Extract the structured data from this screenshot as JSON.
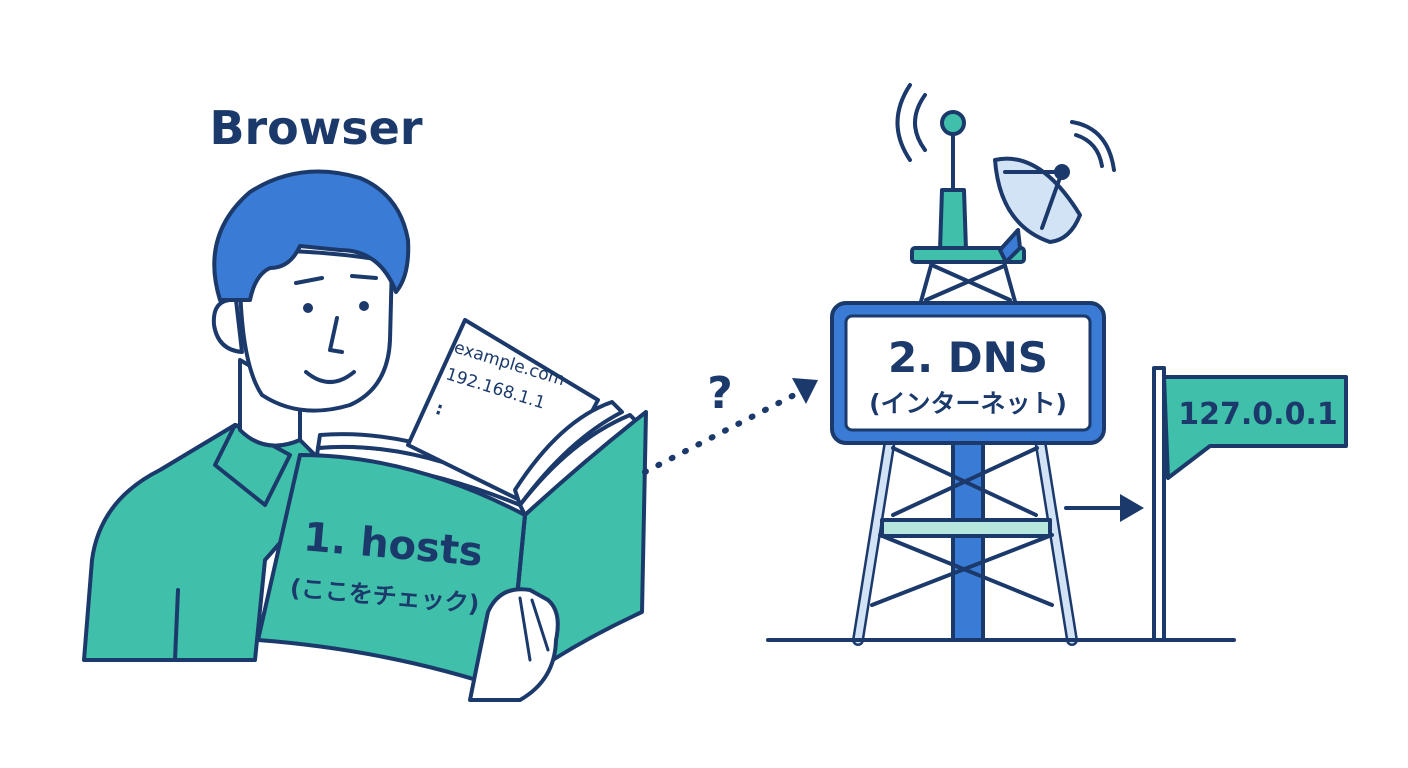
{
  "browser_label": "Browser",
  "hosts_book": {
    "title": "1. hosts",
    "subtitle": "(ここをチェック)",
    "entries": [
      "example.com",
      "192.168.1.1",
      ":"
    ]
  },
  "query_mark": "?",
  "dns_sign": {
    "title": "2. DNS",
    "subtitle": "(インターネット)"
  },
  "result_flag": {
    "ip": "127.0.0.1"
  },
  "colors": {
    "navy": "#1b3a6b",
    "blue": "#3a7bd5",
    "teal": "#40bfaa",
    "light_teal": "#b7e6dd",
    "light_blue": "#d3e3f6"
  }
}
